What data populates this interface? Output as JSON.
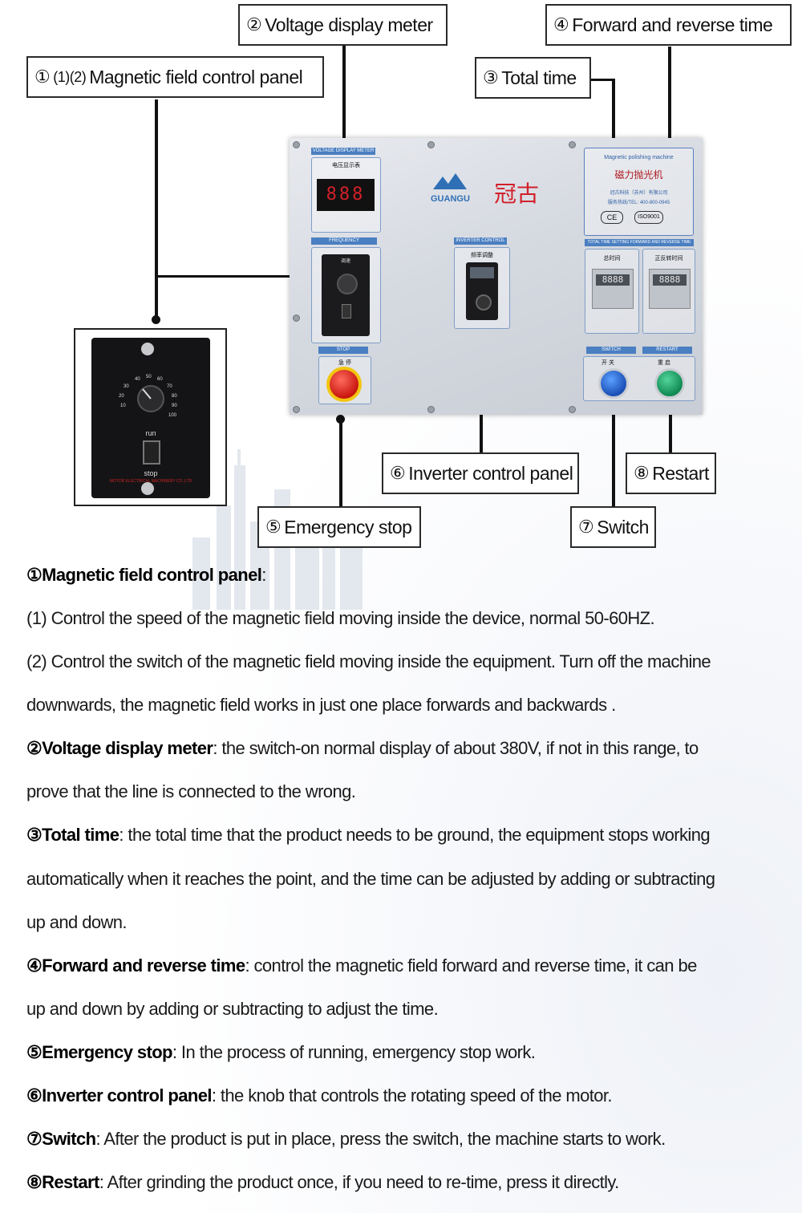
{
  "callouts": {
    "c1": {
      "num": "①",
      "pre": "(1)(2)",
      "label": "Magnetic field control panel"
    },
    "c2": {
      "num": "②",
      "label": "Voltage display meter"
    },
    "c3": {
      "num": "③",
      "label": "Total time"
    },
    "c4": {
      "num": "④",
      "label": "Forward and reverse time"
    },
    "c5": {
      "num": "⑤",
      "label": "Emergency stop"
    },
    "c6": {
      "num": "⑥",
      "label": "Inverter control panel"
    },
    "c7": {
      "num": "⑦",
      "label": "Switch"
    },
    "c8": {
      "num": "⑧",
      "label": "Restart"
    }
  },
  "panel": {
    "voltage_bar": "VOLTAGE DISPLAY METER",
    "voltage_title": "电压显示表",
    "voltage_digits": "888",
    "frequency_bar": "FREQUENCY",
    "frequency_title": "调速",
    "stop_bar": "STOP",
    "stop_title": "急 停",
    "inverter_bar": "INVERTER CONTROL",
    "inverter_title": "频率调整",
    "brand_en": "GUANGU",
    "brand_cn": "冠古",
    "nameplate_en": "Magnetic polishing machine",
    "nameplate_cn": "磁力抛光机",
    "nameplate_company": "冠古科技（苏州）有限公司",
    "nameplate_tel": "服务热线/TEL: 400-800-0945",
    "nameplate_iso": "ISO9001",
    "nameplate_ce": "CE",
    "timer_bar": "TOTAL TIME SETTING   FORWARD AND REVERSE TIME",
    "timer1_title": "总时间",
    "timer2_title": "正反转时间",
    "timer1_digits": "8888",
    "timer2_digits": "8888",
    "switch_bar": "SWITCH",
    "restart_bar": "RESTART",
    "switch_title": "开 关",
    "restart_title": "重 启"
  },
  "inset": {
    "dial_numbers": [
      "10",
      "20",
      "30",
      "40",
      "50",
      "60",
      "70",
      "80",
      "90",
      "100"
    ],
    "run": "run",
    "stop": "stop",
    "maker": "MOTOR  ELECTRICAL MACHINERY CO.,LTD"
  },
  "description": [
    {
      "num": "①",
      "bold": "Magnetic field control panel",
      "rest": ":"
    },
    {
      "num": "",
      "bold": "",
      "rest": "(1) Control the speed of the magnetic field moving inside the device, normal 50-60HZ."
    },
    {
      "num": "",
      "bold": "",
      "rest": "(2) Control the switch of the magnetic field moving inside the equipment. Turn off the machine"
    },
    {
      "num": "",
      "bold": "",
      "rest": "downwards, the magnetic field works in just one place forwards and backwards ."
    },
    {
      "num": "②",
      "bold": "Voltage display meter",
      "rest": ": the switch-on normal display of about 380V, if not in this range, to"
    },
    {
      "num": "",
      "bold": "",
      "rest": "prove that the line is connected to the wrong."
    },
    {
      "num": "③",
      "bold": "Total time",
      "rest": ": the total time that the product needs to be ground, the equipment stops working"
    },
    {
      "num": "",
      "bold": "",
      "rest": "automatically when it reaches the point, and the time can be adjusted by adding or subtracting"
    },
    {
      "num": "",
      "bold": "",
      "rest": "up and down."
    },
    {
      "num": "④",
      "bold": "Forward and reverse time",
      "rest": ": control the magnetic field forward and reverse time, it can be"
    },
    {
      "num": "",
      "bold": "",
      "rest": "up and down by adding or subtracting to adjust the time."
    },
    {
      "num": "⑤",
      "bold": "Emergency stop",
      "rest": ": In the process of running, emergency stop work."
    },
    {
      "num": "⑥",
      "bold": "Inverter control panel",
      "rest": ": the knob that controls the rotating speed of the motor."
    },
    {
      "num": "⑦",
      "bold": "Switch",
      "rest": ": After the product is put in place, press the switch, the machine starts to work."
    },
    {
      "num": "⑧",
      "bold": "Restart",
      "rest": ": After grinding the product once, if you need to re-time, press it directly."
    }
  ]
}
